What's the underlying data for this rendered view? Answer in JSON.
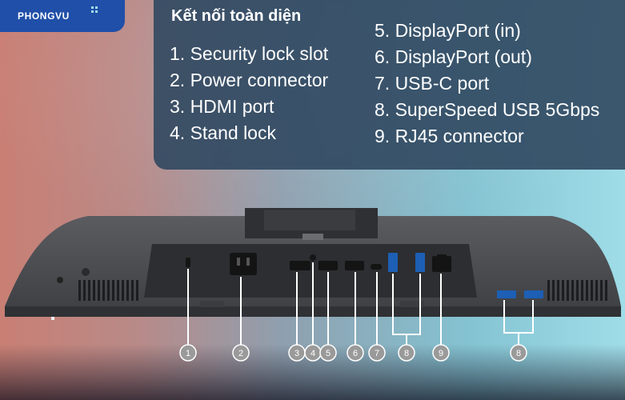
{
  "brand": {
    "logo_text": "PHONGVU"
  },
  "panel": {
    "title": "Kết nối toàn diện",
    "items_left": [
      "1. Security lock slot",
      "2. Power connector",
      "3. HDMI port",
      "4. Stand lock"
    ],
    "items_right": [
      "5. DisplayPort (in)",
      "6. DisplayPort (out)",
      "7. USB-C port",
      "8. SuperSpeed USB 5Gbps",
      "9. RJ45 connector"
    ]
  },
  "callouts": [
    "1",
    "2",
    "3",
    "4",
    "5",
    "6",
    "7",
    "8",
    "9",
    "8"
  ],
  "colors": {
    "logo_bg": "#1f4fa8",
    "panel_bg": "#304860",
    "callout_bg": "#9a9a9a"
  }
}
